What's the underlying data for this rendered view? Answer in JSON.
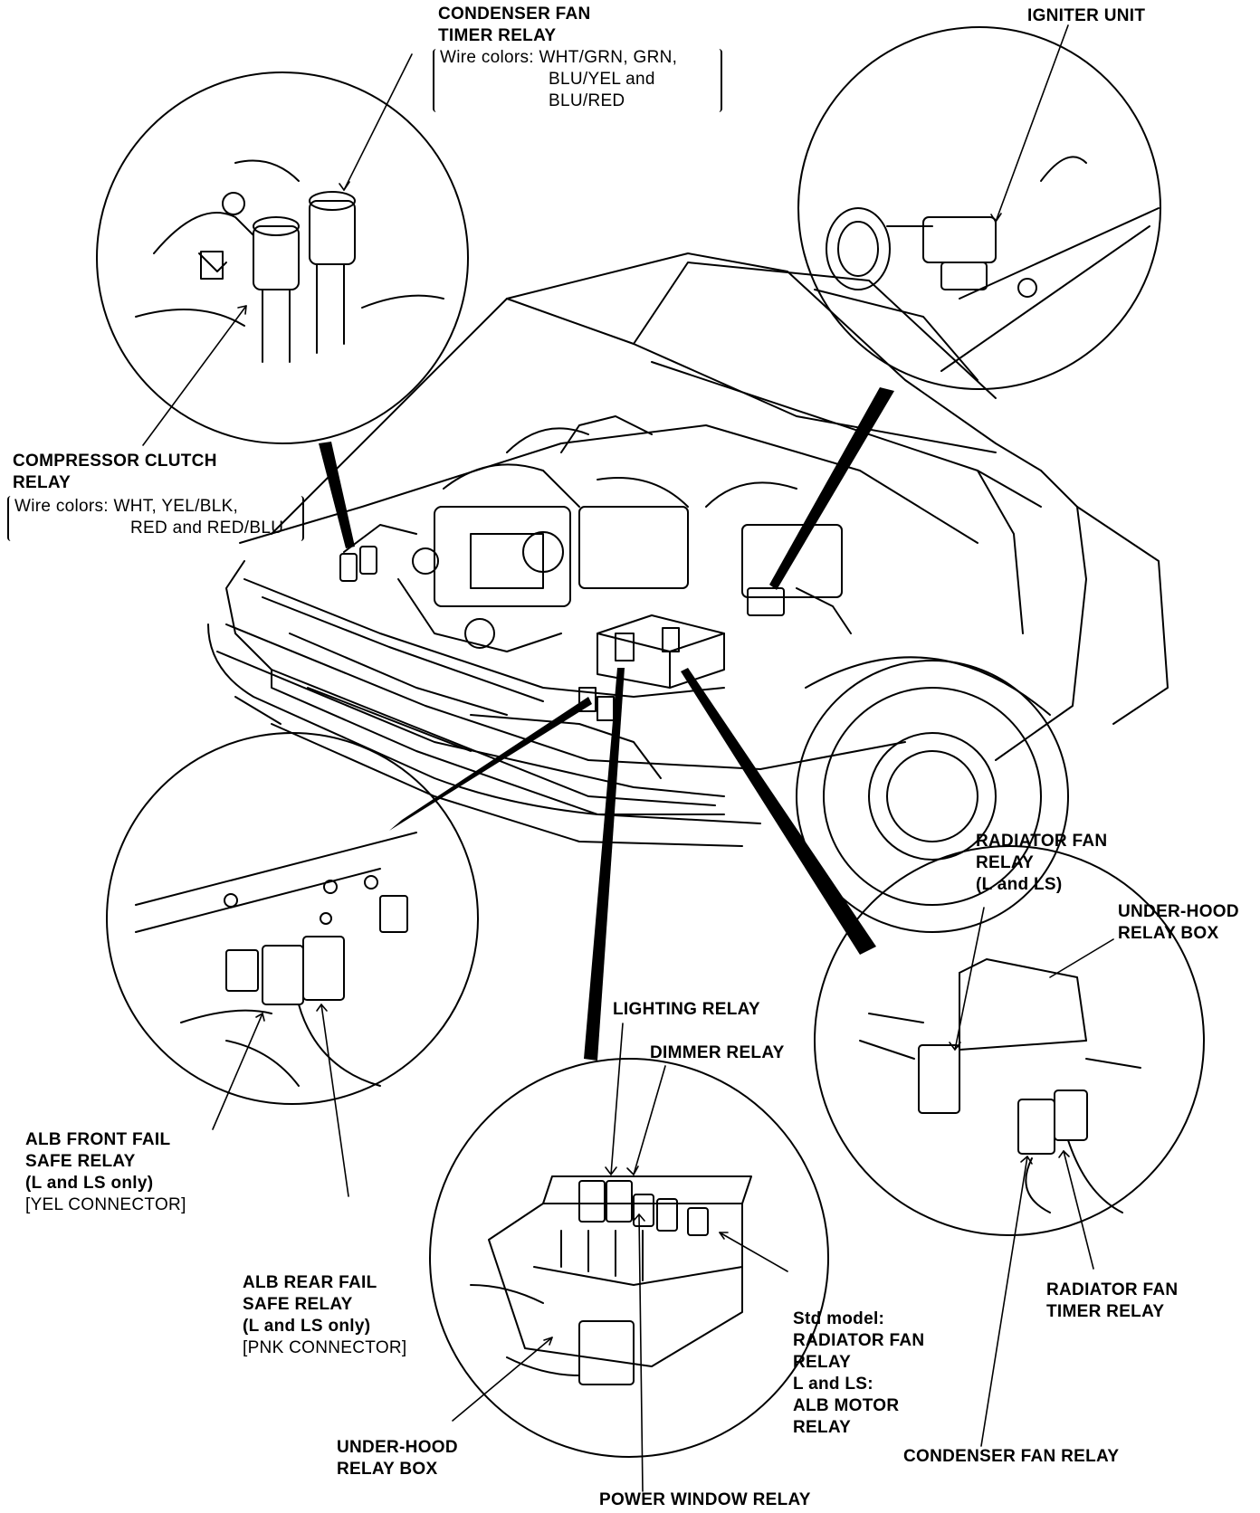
{
  "labels": {
    "condenser_fan_timer": {
      "title": [
        "CONDENSER FAN",
        "TIMER RELAY"
      ],
      "wire": [
        "Wire colors: WHT/GRN, GRN,",
        "BLU/YEL and",
        "BLU/RED"
      ]
    },
    "igniter": {
      "title": "IGNITER UNIT"
    },
    "compressor_clutch": {
      "title": [
        "COMPRESSOR CLUTCH",
        "RELAY"
      ],
      "wire": [
        "Wire colors: WHT, YEL/BLK,",
        "RED and RED/BLU"
      ]
    },
    "radiator_fan_relay": {
      "title": [
        "RADIATOR FAN",
        "RELAY",
        "(L and LS)"
      ]
    },
    "under_hood_right": {
      "title": [
        "UNDER-HOOD",
        "RELAY BOX"
      ]
    },
    "lighting_relay": {
      "title": "LIGHTING RELAY"
    },
    "dimmer_relay": {
      "title": "DIMMER RELAY"
    },
    "alb_front": {
      "title": [
        "ALB FRONT FAIL",
        "SAFE RELAY",
        "(L and LS only)",
        "[YEL CONNECTOR]"
      ]
    },
    "alb_rear": {
      "title": [
        "ALB REAR FAIL",
        "SAFE RELAY",
        "(L and LS only)",
        "[PNK CONNECTOR]"
      ]
    },
    "radiator_fan_timer": {
      "title": [
        "RADIATOR FAN",
        "TIMER RELAY"
      ]
    },
    "std_model": {
      "title": [
        "Std model:",
        "RADIATOR FAN",
        "RELAY",
        "L and LS:",
        "ALB MOTOR",
        "RELAY"
      ]
    },
    "under_hood_bottom": {
      "title": [
        "UNDER-HOOD",
        "RELAY BOX"
      ]
    },
    "condenser_fan_relay": {
      "title": "CONDENSER FAN RELAY"
    },
    "power_window": {
      "title": "POWER WINDOW RELAY"
    }
  },
  "colors": {
    "ink": "#000000",
    "paper": "#ffffff"
  }
}
